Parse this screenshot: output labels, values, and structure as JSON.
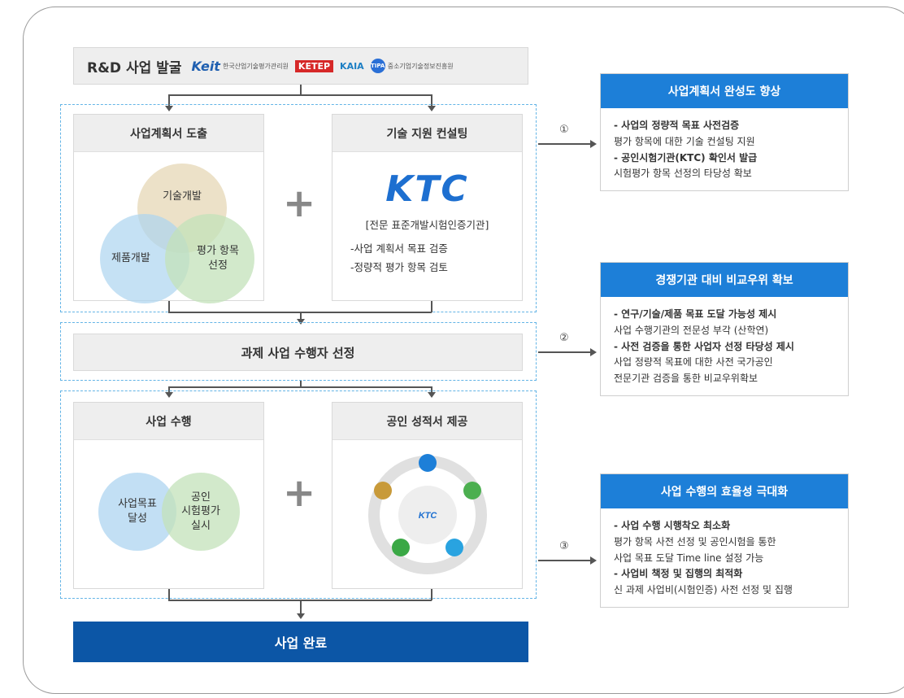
{
  "top": {
    "title": "R&D 사업 발굴",
    "logo_keit": "Keit",
    "logo_keit_sub": "한국산업기술평가관리원",
    "logo_ketep": "KETEP",
    "logo_kaia": "KAIA",
    "logo_tipa": "TIPA",
    "logo_tipa_sub": "중소기업기술정보진흥원"
  },
  "section1": {
    "left_title": "사업계획서 도출",
    "venn": [
      "기술개발",
      "제품개발",
      "평가 항목\n선정"
    ],
    "plus": "+",
    "right_title": "기술 지원 컨설팅",
    "ktc_logo": "KTC",
    "ktc_desc": "[전문 표준개발시험인증기관]",
    "ktc_items": [
      "-사업 계획서 목표 검증",
      "-정량적 평가 항목 검토"
    ]
  },
  "section2": {
    "title": "과제 사업 수행자 선정"
  },
  "section3": {
    "left_title": "사업 수행",
    "circles": [
      "사업목표\n달성",
      "공인\n시험평가\n실시"
    ],
    "plus": "+",
    "right_title": "공인 성적서 제공",
    "center_logo": "KTC"
  },
  "final": {
    "label": "사업 완료"
  },
  "numbers": [
    "①",
    "②",
    "③"
  ],
  "right_boxes": [
    {
      "title": "사업계획서 완성도 향상",
      "lines": [
        {
          "text": "- 사업의 정량적 목표 사전검증",
          "bold": true
        },
        {
          "text": "평가 항목에 대한 기술 컨설팅 지원",
          "bold": false
        },
        {
          "text": "- 공인시험기관(KTC) 확인서 발급",
          "bold": true
        },
        {
          "text": "시험평가 항목 선정의 타당성 확보",
          "bold": false
        }
      ]
    },
    {
      "title": "경쟁기관 대비 비교우위 확보",
      "lines": [
        {
          "text": "- 연구/기술/제품 목표 도달 가능성 제시",
          "bold": true
        },
        {
          "text": "사업 수행기관의 전문성 부각 (산학연)",
          "bold": false
        },
        {
          "text": "- 사전 검증을 통한 사업자 선정 타당성 제시",
          "bold": true
        },
        {
          "text": "사업 정량적 목표에 대한 사전 국가공인",
          "bold": false
        },
        {
          "text": "전문기관 검증을 통한 비교우위확보",
          "bold": false
        }
      ]
    },
    {
      "title": "사업 수행의 효율성 극대화",
      "lines": [
        {
          "text": "- 사업 수행 시행착오 최소화",
          "bold": true
        },
        {
          "text": "평가 항목 사전 선정 및 공인시험을 통한",
          "bold": false
        },
        {
          "text": "사업 목표 도달 Time line 설정 가능",
          "bold": false
        },
        {
          "text": "- 사업비 책정 및 집행의 최적화",
          "bold": true
        },
        {
          "text": "신 과제 사업비(시험인증) 사전 선정 및 집행",
          "bold": false
        }
      ]
    }
  ],
  "colors": {
    "accent_blue": "#1d7fd8",
    "dark_blue": "#0c56a6",
    "dash": "#63b4e6"
  }
}
